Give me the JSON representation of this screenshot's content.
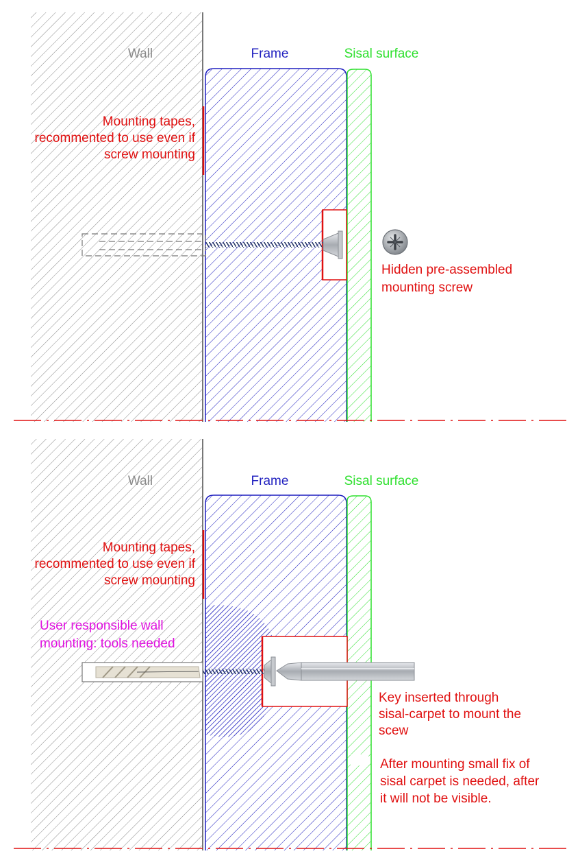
{
  "colors": {
    "wall": "#8a8a8a",
    "frame": "#1f1fbf",
    "sisal": "#2ee02e",
    "annotation": "#e01010",
    "user_note": "#e010e0",
    "center_line": "#e01010",
    "steel": "#b8bcc2",
    "anchor": "#e6e1d4"
  },
  "top_section": {
    "wall_label": "Wall",
    "frame_label": "Frame",
    "sisal_label": "Sisal surface",
    "tapes_note": [
      "Mounting tapes,",
      "recommented to use even if",
      "screw mounting"
    ],
    "screw_note": [
      "Hidden pre-assembled",
      "mounting screw"
    ],
    "screw_head_icon": "phillips-screw-head-icon"
  },
  "bottom_section": {
    "wall_label": "Wall",
    "frame_label": "Frame",
    "sisal_label": "Sisal surface",
    "tapes_note": [
      "Mounting tapes,",
      "recommented to use even if",
      "screw mounting"
    ],
    "user_note": [
      "User responsible wall",
      "mounting: tools needed"
    ],
    "key_note": [
      "Key inserted through",
      "sisal-carpet to mount the",
      "scew"
    ],
    "fix_note": [
      "After mounting small fix of",
      "sisal carpet is needed, after",
      "it will not be visible."
    ],
    "anchor_icon": "wall-plug-anchor-icon",
    "key_icon": "screwdriver-bit-icon"
  }
}
